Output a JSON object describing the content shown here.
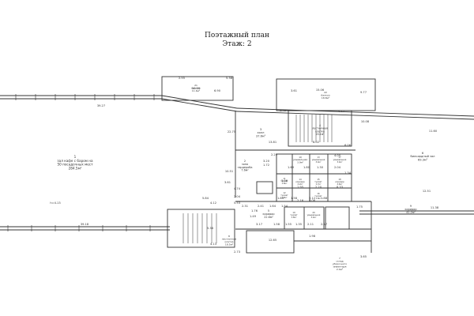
{
  "plan": {
    "title": "Поэтажный план",
    "floor": "Этаж: 2"
  },
  "rooms": [
    {
      "id": "room-1",
      "lines": [
        "1",
        "зал кафе с баром на",
        "50 посадочных мест",
        "284.5м²"
      ]
    },
    {
      "id": "room-2",
      "lines": [
        "2",
        "зона",
        "гардероба",
        "7.6м²"
      ]
    },
    {
      "id": "room-3",
      "lines": [
        "3",
        "холл",
        "37.6м²"
      ]
    },
    {
      "id": "room-4",
      "lines": [
        "4",
        "лестничная",
        "клетка",
        "20.1м²"
      ]
    },
    {
      "id": "room-5",
      "lines": [
        "5",
        "коридор",
        "22.6м²"
      ]
    },
    {
      "id": "room-6",
      "lines": [
        "6",
        "бильярдный зал",
        "69.3м²"
      ]
    },
    {
      "id": "room-7",
      "lines": [
        "7",
        "склад",
        "уборочного",
        "инвентаря",
        "2.4м²"
      ]
    },
    {
      "id": "room-8",
      "lines": [
        "8",
        "лестничная",
        "клетка",
        "18.5м²"
      ]
    },
    {
      "id": "room-9",
      "lines": [
        "9",
        "коридор",
        "41.2м²"
      ]
    },
    {
      "id": "room-10",
      "lines": [
        "10",
        "умывальная",
        "3.9м²"
      ]
    },
    {
      "id": "room-11",
      "lines": [
        "11",
        "туалет",
        "1.8м²"
      ]
    },
    {
      "id": "room-12",
      "lines": [
        "12",
        "туалет",
        "1.8м²"
      ]
    },
    {
      "id": "room-13",
      "lines": [
        "13",
        "умывальная",
        "3.4м²"
      ]
    },
    {
      "id": "room-14",
      "lines": [
        "14",
        "коридор",
        "2.2м²"
      ]
    },
    {
      "id": "room-15",
      "lines": [
        "15",
        "туалет",
        "1.7м²"
      ]
    },
    {
      "id": "room-16",
      "lines": [
        "16",
        "туалет",
        "1.8м²"
      ]
    },
    {
      "id": "room-17",
      "lines": [
        "17",
        "умывальная",
        "3.4м²"
      ]
    },
    {
      "id": "room-18",
      "lines": [
        "18",
        "коридор",
        "2.6м²"
      ]
    },
    {
      "id": "room-19",
      "lines": [
        "19",
        "туалет",
        "1.8м²"
      ]
    },
    {
      "id": "room-20",
      "lines": [
        "20",
        "умывальная",
        "3.4м²"
      ]
    },
    {
      "id": "room-21",
      "lines": [
        "21",
        "балкон",
        "11.6м²"
      ]
    },
    {
      "id": "room-22",
      "lines": [
        "22",
        "балкон",
        "18.8м²"
      ]
    }
  ],
  "dimensions": [
    "39.27",
    "10.39",
    "5.38",
    "2.55",
    "6.90",
    "3.61",
    "4.17",
    "2.72",
    "9.77",
    "15.06",
    "13.81",
    "8.02",
    "6.06",
    "4.00",
    "2.25",
    "1.72",
    "1.69",
    "1.80",
    "1.30",
    "2.04",
    "1.34",
    "10.51",
    "22.75",
    "3.61",
    "2.04",
    "5.53",
    "2.31",
    "1.76",
    "3.20",
    "3.06",
    "1.95",
    "2.20",
    "8.33",
    "1.84",
    "1.58",
    "2.12",
    "1.88",
    "4.74",
    "10.08",
    "11.60",
    "39.18",
    "5.84",
    "4.12",
    "3.17",
    "1.58",
    "1.55",
    "1.35",
    "2.11",
    "2.17",
    "12.65",
    "1.98",
    "3.65",
    "2.73",
    "12.51",
    "11.38",
    "h=4.13",
    "5.38",
    "4.13",
    "1.49",
    "2.41",
    "1.64",
    "1.54",
    "2.16",
    "3.06",
    "1.75"
  ]
}
